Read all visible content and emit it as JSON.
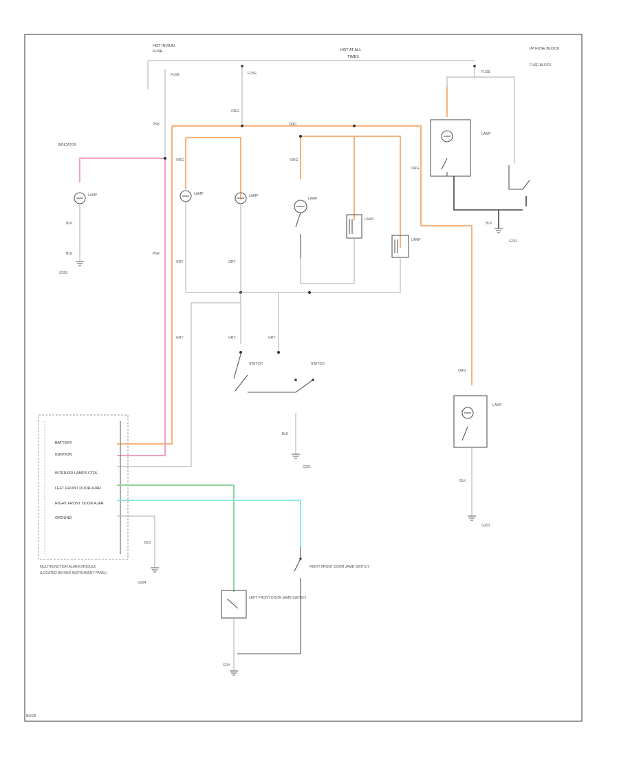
{
  "colors": {
    "frame": "#555555",
    "wire_gray": "#b9b9b9",
    "wire_orange": "#f6b27a",
    "wire_pink": "#f4a0c0",
    "wire_green": "#8fd39a",
    "wire_cyan": "#8fe6e6",
    "wire_ground": "#444444"
  },
  "labels": {
    "top_hot_left": "HOT IN RUN",
    "top_fuse_left": "FUSE",
    "top_hot_mid": "HOT AT ALL",
    "top_times": "TIMES",
    "top_right_note": "I/P FUSE BLOCK",
    "fuse_block_right": "FUSE BLOCK",
    "fuse_a": "FUSE",
    "fuse_b": "FUSE",
    "fuse_c": "FUSE",
    "wire_org_1": "ORG",
    "wire_org_2": "ORG",
    "wire_org_3": "ORG",
    "wire_org_4": "ORG",
    "wire_org_5": "ORG",
    "wire_org_6": "ORG",
    "wire_pnk_1": "PNK",
    "wire_pnk_2": "PNK",
    "wire_gry_1": "GRY",
    "wire_gry_2": "GRY",
    "wire_gry_3": "GRY",
    "wire_gry_4": "GRY",
    "wire_gry_5": "GRY",
    "wire_gry_6": "GRY",
    "wire_blk_1": "BLK",
    "wire_blk_2": "BLK",
    "wire_blk_3": "BLK",
    "wire_blk_4": "BLK",
    "wire_blk_5": "BLK",
    "wire_blk_6": "BLK",
    "indicator_note": "INDICATOR",
    "lamp_left": "LAMP",
    "lamp_left_front": "LAMP",
    "lamp_center": "LAMP",
    "cargo_lamp": "LAMP",
    "dome_lamp": "LAMP",
    "rear_lamp": "LAMP",
    "switch_label": "SWITCH",
    "door_switch": "SWITCH",
    "ground_note_1": "G200",
    "ground_note_2": "G201",
    "ground_note_3": "G202",
    "ground_note_4": "G203",
    "ground_note_5": "G204",
    "module_battery": "BATTERY",
    "module_ignition": "IGNITION",
    "module_interior": "INTERIOR LAMPS CTRL",
    "module_lf_door": "LEFT FRONT DOOR AJAR",
    "module_rf_door": "RIGHT FRONT DOOR AJAR",
    "module_ground": "GROUND",
    "module_name": "MULTIFUNCTION ALARM MODULE",
    "module_location": "(LOCATED BEHIND INSTRUMENT PANEL)",
    "lf_door_switch": "LEFT FRONT DOOR JAMB SWITCH",
    "rf_door_switch": "RIGHT FRONT DOOR JAMB SWITCH",
    "corner_code": "B0028"
  }
}
